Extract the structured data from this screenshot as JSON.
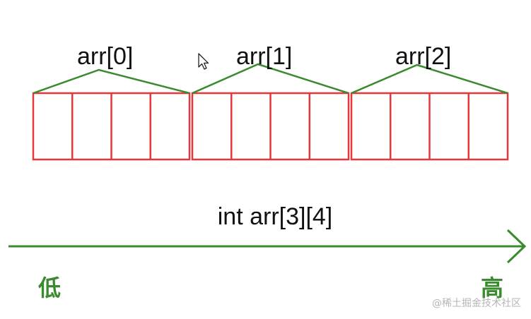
{
  "groups": [
    {
      "label": "arr[0]",
      "cells": 4
    },
    {
      "label": "arr[1]",
      "cells": 4
    },
    {
      "label": "arr[2]",
      "cells": 4
    }
  ],
  "declaration": "int arr[3][4]",
  "low_label": "低",
  "high_label": "高",
  "watermark": "@稀土掘金技术社区",
  "colors": {
    "cell_border": "#e8373a",
    "brace": "#3a8a2e",
    "axis": "#3a8a2e",
    "text": "#111111",
    "cn_text": "#3a8a2e",
    "watermark": "#b5b5b5"
  },
  "icons": {
    "cursor": "mouse-pointer-icon"
  }
}
